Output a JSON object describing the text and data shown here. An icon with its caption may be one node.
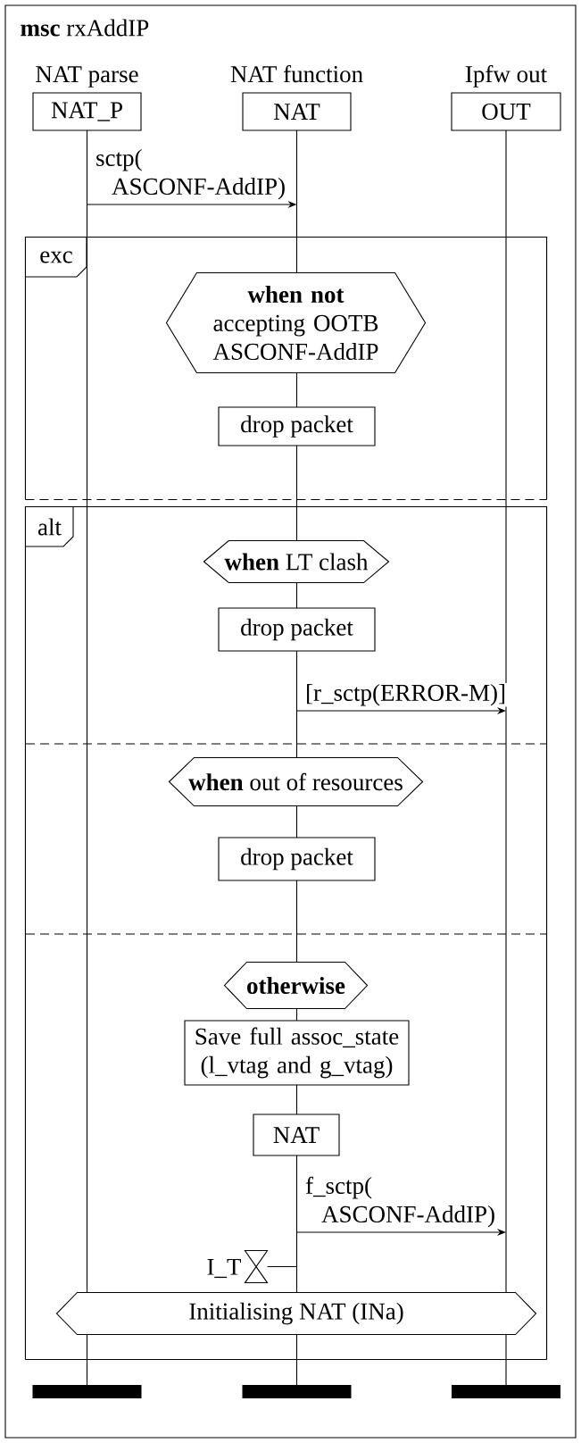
{
  "diagram": {
    "title": "**msc** rxAddIP",
    "nodes": [
      {
        "text": [
          "NAT parse",
          "NAT_P"
        ]
      },
      {
        "text": [
          "NAT function",
          "NAT"
        ]
      },
      {
        "text": [
          "Ipfw out",
          "OUT"
        ]
      },
      {
        "text": [],
        "shape": "box"
      },
      {
        "text": [
          "exc"
        ],
        "in": 3
      },
      {
        "text": [
          "**when not** accepting OOTB ASCONF-AddIP"
        ],
        "in": 3
      },
      {
        "text": [
          "drop packet"
        ],
        "in": 3
      },
      {
        "text": [],
        "shape": "box"
      },
      {
        "text": [
          "alt"
        ],
        "in": 7
      },
      {
        "text": [
          "**when** LT clash"
        ],
        "in": 7
      },
      {
        "text": [
          "drop packet"
        ],
        "in": 7
      },
      {
        "text": [
          "**when** out of resources"
        ],
        "in": 7
      },
      {
        "text": [
          "drop packet"
        ],
        "in": 7
      },
      {
        "text": [
          "otherwise"
        ]
      },
      {
        "text": [
          "Save full assoc_state (l_vtag and g_vtag)"
        ],
        "in": 7
      },
      {
        "text": [
          "NAT"
        ]
      },
      {
        "text": [],
        "shape": "hourglass",
        "beside": [
          "I_T"
        ]
      },
      {
        "text": [
          "Initialising NAT (INa)"
        ],
        "in": 7
      }
    ],
    "edges": [
      {
        "from": 0,
        "to": 1,
        "arrow": "to",
        "label": "sctp( ASCONF-AddIP)"
      },
      {
        "from": 1,
        "to": 2,
        "arrow": "to",
        "label": "[r_sctp(ERROR-M)]"
      },
      {
        "from": 1,
        "to": 2,
        "arrow": "to",
        "label": "f_sctp( ASCONF-AddIP)"
      },
      {
        "from": 1,
        "to": 16,
        "arrow": "none"
      }
    ]
  }
}
